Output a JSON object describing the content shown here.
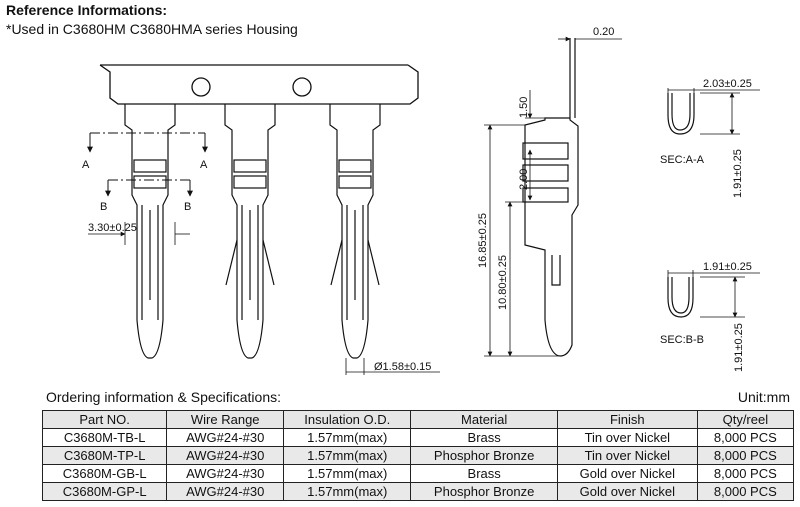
{
  "reference": {
    "title": "Reference Informations:",
    "subtitle": "*Used in C3680HM C3680HMA  series Housing"
  },
  "drawing": {
    "section_labels": [
      "A",
      "A",
      "B",
      "B"
    ],
    "dim_pitch_width": "3.30±0.25",
    "dim_diameter": "Ø1.58±0.15",
    "dim_thickness": "0.20",
    "dim_top": "1.50",
    "dim_mid": "2.00",
    "dim_total": "16.85±0.25",
    "dim_lower": "10.80±0.25",
    "sec_a": {
      "width": "2.03±0.25",
      "height": "1.91±0.25",
      "label": "SEC:A-A"
    },
    "sec_b": {
      "width": "1.91±0.25",
      "height": "1.91±0.25",
      "label": "SEC:B-B"
    }
  },
  "ordering": {
    "title": "Ordering information & Specifications:",
    "unit": "Unit:mm",
    "columns": [
      "Part NO.",
      "Wire Range",
      "Insulation O.D.",
      "Material",
      "Finish",
      "Qty/reel"
    ],
    "rows": [
      {
        "part": "C3680M-TB-L",
        "wire": "AWG#24-#30",
        "od": "1.57mm(max)",
        "material": "Brass",
        "finish": "Tin over Nickel",
        "qty": "8,000 PCS"
      },
      {
        "part": "C3680M-TP-L",
        "wire": "AWG#24-#30",
        "od": "1.57mm(max)",
        "material": "Phosphor Bronze",
        "finish": "Tin over Nickel",
        "qty": "8,000 PCS"
      },
      {
        "part": "C3680M-GB-L",
        "wire": "AWG#24-#30",
        "od": "1.57mm(max)",
        "material": "Brass",
        "finish": "Gold over Nickel",
        "qty": "8,000 PCS"
      },
      {
        "part": "C3680M-GP-L",
        "wire": "AWG#24-#30",
        "od": "1.57mm(max)",
        "material": "Phosphor Bronze",
        "finish": "Gold over Nickel",
        "qty": "8,000 PCS"
      }
    ]
  }
}
